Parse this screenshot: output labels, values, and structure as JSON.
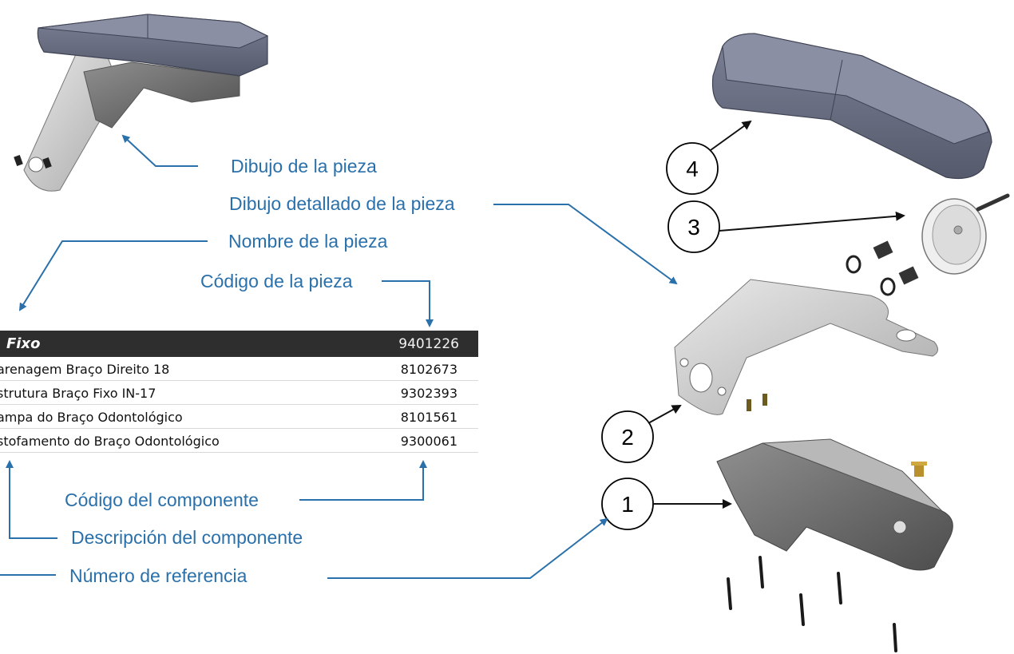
{
  "callouts": {
    "part_drawing": "Dibujo de la pieza",
    "detailed_drawing": "Dibujo detallado de la pieza",
    "part_name": "Nombre de la pieza",
    "part_code": "Código de la pieza",
    "component_code": "Código del componente",
    "component_description": "Descripción del componente",
    "reference_number": "Número de referencia"
  },
  "table": {
    "header_name": "Fixo",
    "header_code": "9401226",
    "rows": [
      {
        "description": "arenagem Braço Direito 18",
        "code": "8102673"
      },
      {
        "description": "strutura Braço Fixo IN-17",
        "code": "9302393"
      },
      {
        "description": "ampa do Braço  Odontológico",
        "code": "8101561"
      },
      {
        "description": "stofamento do Braço Odontológico",
        "code": "9300061"
      }
    ]
  },
  "reference_numbers": [
    "1",
    "2",
    "3",
    "4"
  ],
  "colors": {
    "callout_blue": "#2a70aa",
    "header_bg": "#2e2e2e",
    "cushion": "#5f6477"
  }
}
